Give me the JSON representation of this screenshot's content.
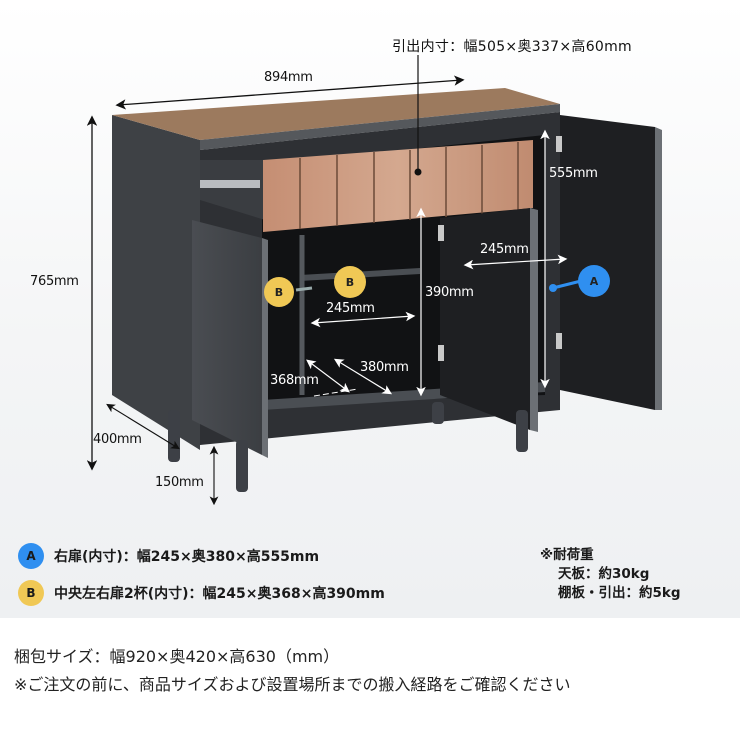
{
  "dimensions": {
    "drawer_inner": "引出内寸：幅505×奥337×高60mm",
    "width": "894mm",
    "height": "765mm",
    "depth": "400mm",
    "leg_height": "150mm",
    "right_door_height": "555mm",
    "right_door_width": "245mm",
    "center_height": "390mm",
    "center_width": "245mm",
    "center_depth_380": "380mm",
    "center_depth_368": "368mm"
  },
  "badges": {
    "a": {
      "label": "A",
      "color": "#2f8ff0"
    },
    "b": {
      "label": "B",
      "color": "#f0c855"
    }
  },
  "legend": [
    {
      "badge": "A",
      "text": "右扉(内寸)：幅245×奥380×高555mm"
    },
    {
      "badge": "B",
      "text": "中央左右扉2杯(内寸)：幅245×奥368×高390mm"
    }
  ],
  "load_capacity": {
    "title": "※耐荷重",
    "top": "天板：約30kg",
    "shelf": "棚板・引出：約5kg"
  },
  "footer": {
    "package_size": "梱包サイズ：幅920×奥420×高630（mm）",
    "note": "※ご注文の前に、商品サイズおよび設置場所までの搬入経路をご確認ください"
  },
  "colors": {
    "cabinet_body": "#3a3d41",
    "interior": "#111214",
    "wood": "#c9967a",
    "top_board": "#9c7a5e"
  }
}
